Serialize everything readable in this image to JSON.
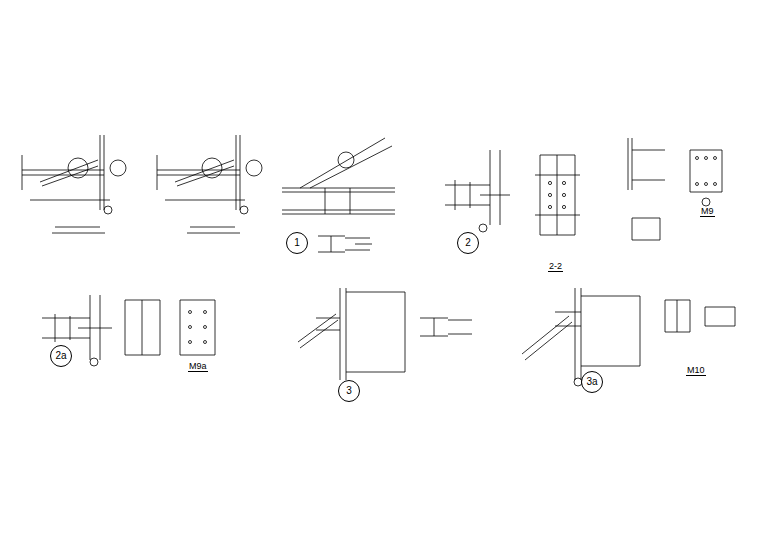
{
  "diagram": {
    "nodes": [
      {
        "text": [
          "1"
        ]
      },
      {
        "text": [
          "2"
        ]
      },
      {
        "text": [
          "2a"
        ]
      },
      {
        "text": [
          "3"
        ]
      },
      {
        "text": [
          "3a"
        ]
      }
    ],
    "labels": [
      "2-2",
      "M9",
      "M9a",
      "M10"
    ]
  }
}
